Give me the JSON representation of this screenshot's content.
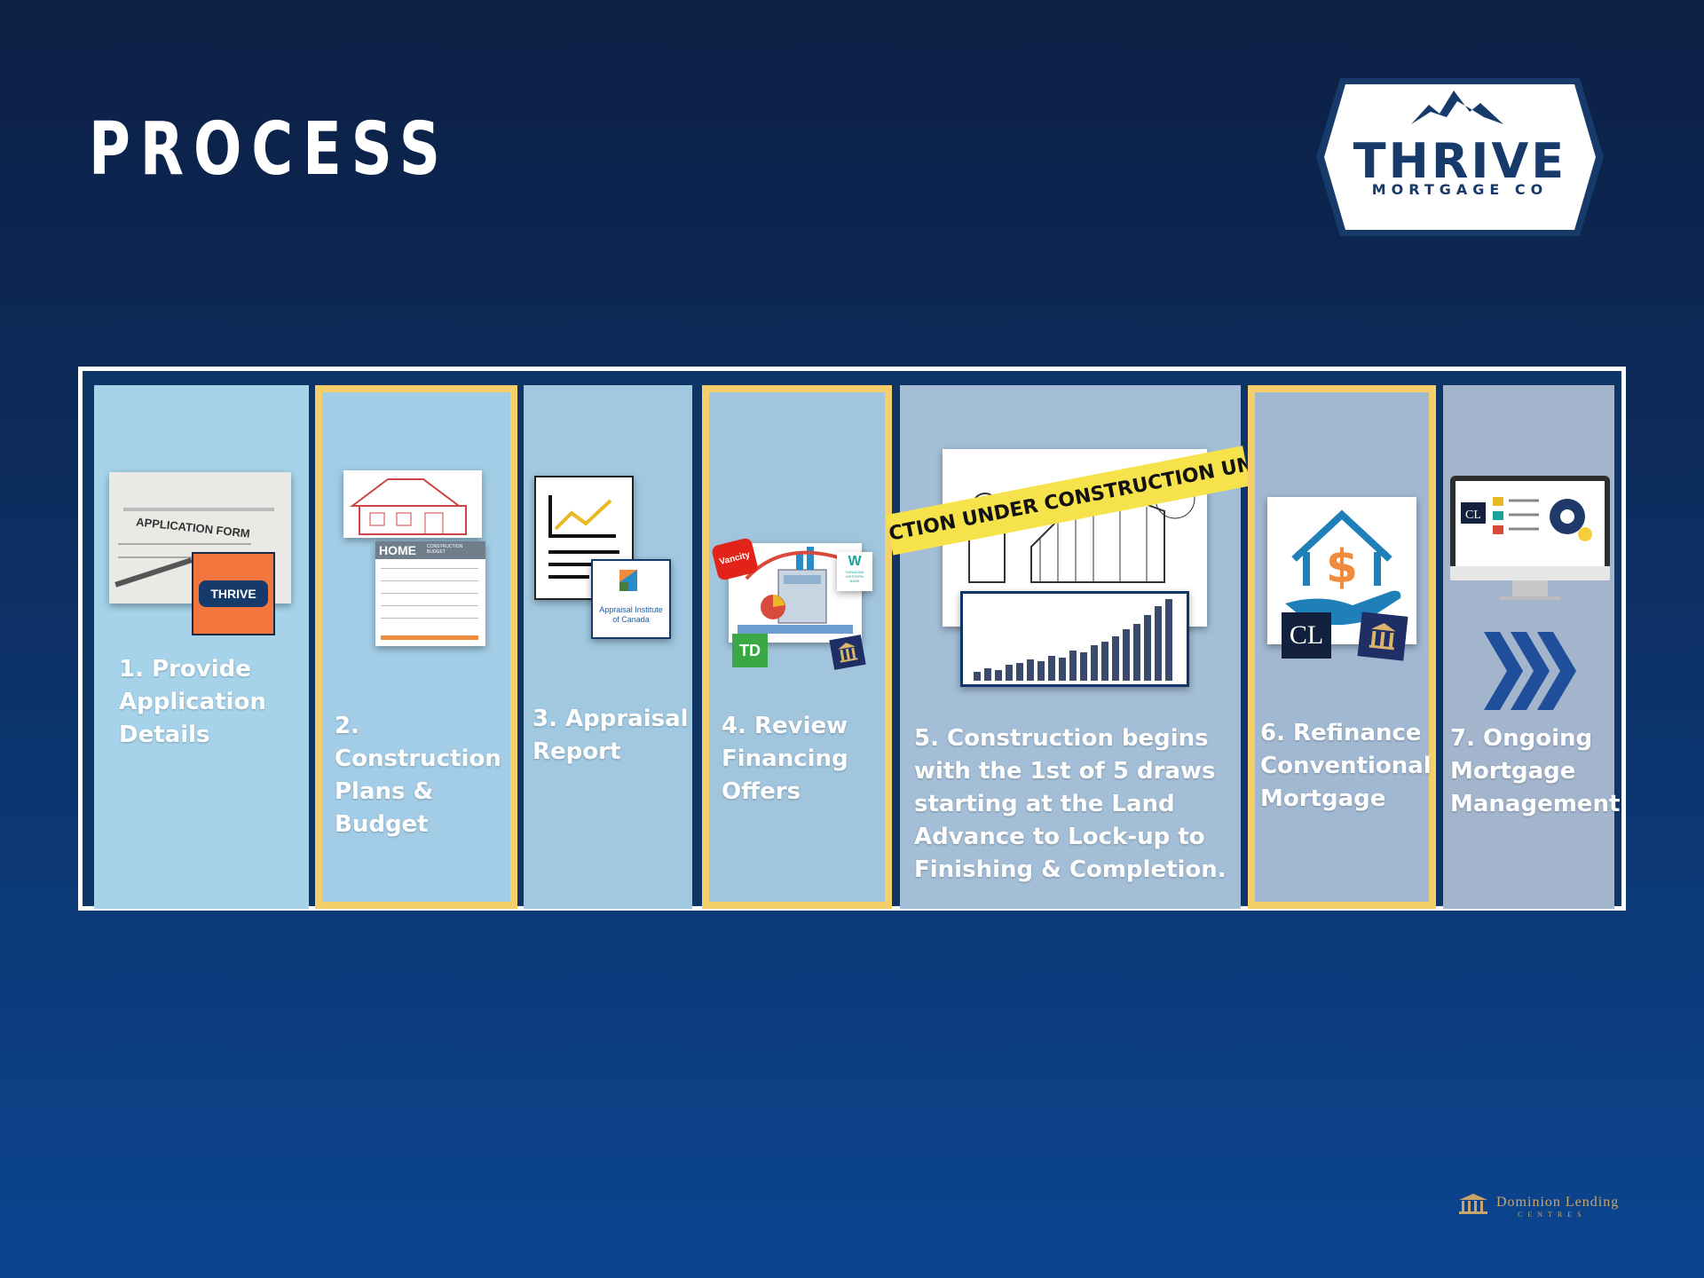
{
  "page": {
    "title": "PROCESS"
  },
  "logo": {
    "main": "THRIVE",
    "sub": "MORTGAGE CO"
  },
  "steps": [
    {
      "label": "1. Provide\nApplication\nDetails",
      "highlight": false,
      "icons": [
        "application-form",
        "thrive-badge"
      ]
    },
    {
      "label": "2. Construction\nPlans &\nBudget",
      "highlight": true,
      "icons": [
        "house-blueprint",
        "budget-sheet"
      ]
    },
    {
      "label": "3. Appraisal\nReport",
      "highlight": false,
      "icons": [
        "report-chart",
        "appraisal-institute-logo"
      ]
    },
    {
      "label": "4. Review\nFinancing\nOffers",
      "highlight": true,
      "icons": [
        "vancity-logo",
        "finance-calculator",
        "canadian-western-bank-logo",
        "td-logo",
        "bank-icon"
      ]
    },
    {
      "label": "5. Construction begins\nwith the 1st of 5 draws\nstarting at the Land\nAdvance to Lock-up to\nFinishing & Completion.",
      "highlight": false,
      "icons": [
        "construction-sketch",
        "caution-tape",
        "growth-bars"
      ]
    },
    {
      "label": "6. Refinance\nConventional\nMortgage",
      "highlight": true,
      "icons": [
        "house-dollar-hand",
        "cl-logo",
        "bank-icon"
      ]
    },
    {
      "label": "7. Ongoing\nMortgage\nManagement",
      "highlight": false,
      "icons": [
        "computer-dashboard",
        "chevron-arrows"
      ]
    }
  ],
  "illustrations": {
    "application_form": "APPLICATION FORM",
    "thrive_badge": "THRIVE",
    "budget_title": "HOME",
    "budget_subtitle": "CONSTRUCTION BUDGET",
    "appraisal": "Appraisal Institute\nof Canada",
    "vancity": "Vancity",
    "cwb": "CANADIAN\nWESTERN\nBANK",
    "td": "TD",
    "tape": "CTION  UNDER CONSTRUCTION  UND",
    "cl": "CL"
  },
  "footer": {
    "brand": "Dominion Lending",
    "sub": "CENTRES"
  },
  "colors": {
    "highlight_border": "#f5cf6a",
    "strip_dark": "#0f3466",
    "col1": "#a6d3ea",
    "col2": "#a3cde6",
    "col3": "#a0c8e0",
    "col4": "#a1c5dd",
    "col5": "#a3bed6",
    "col6": "#a0b8d1",
    "col7": "#a2b5cd"
  }
}
